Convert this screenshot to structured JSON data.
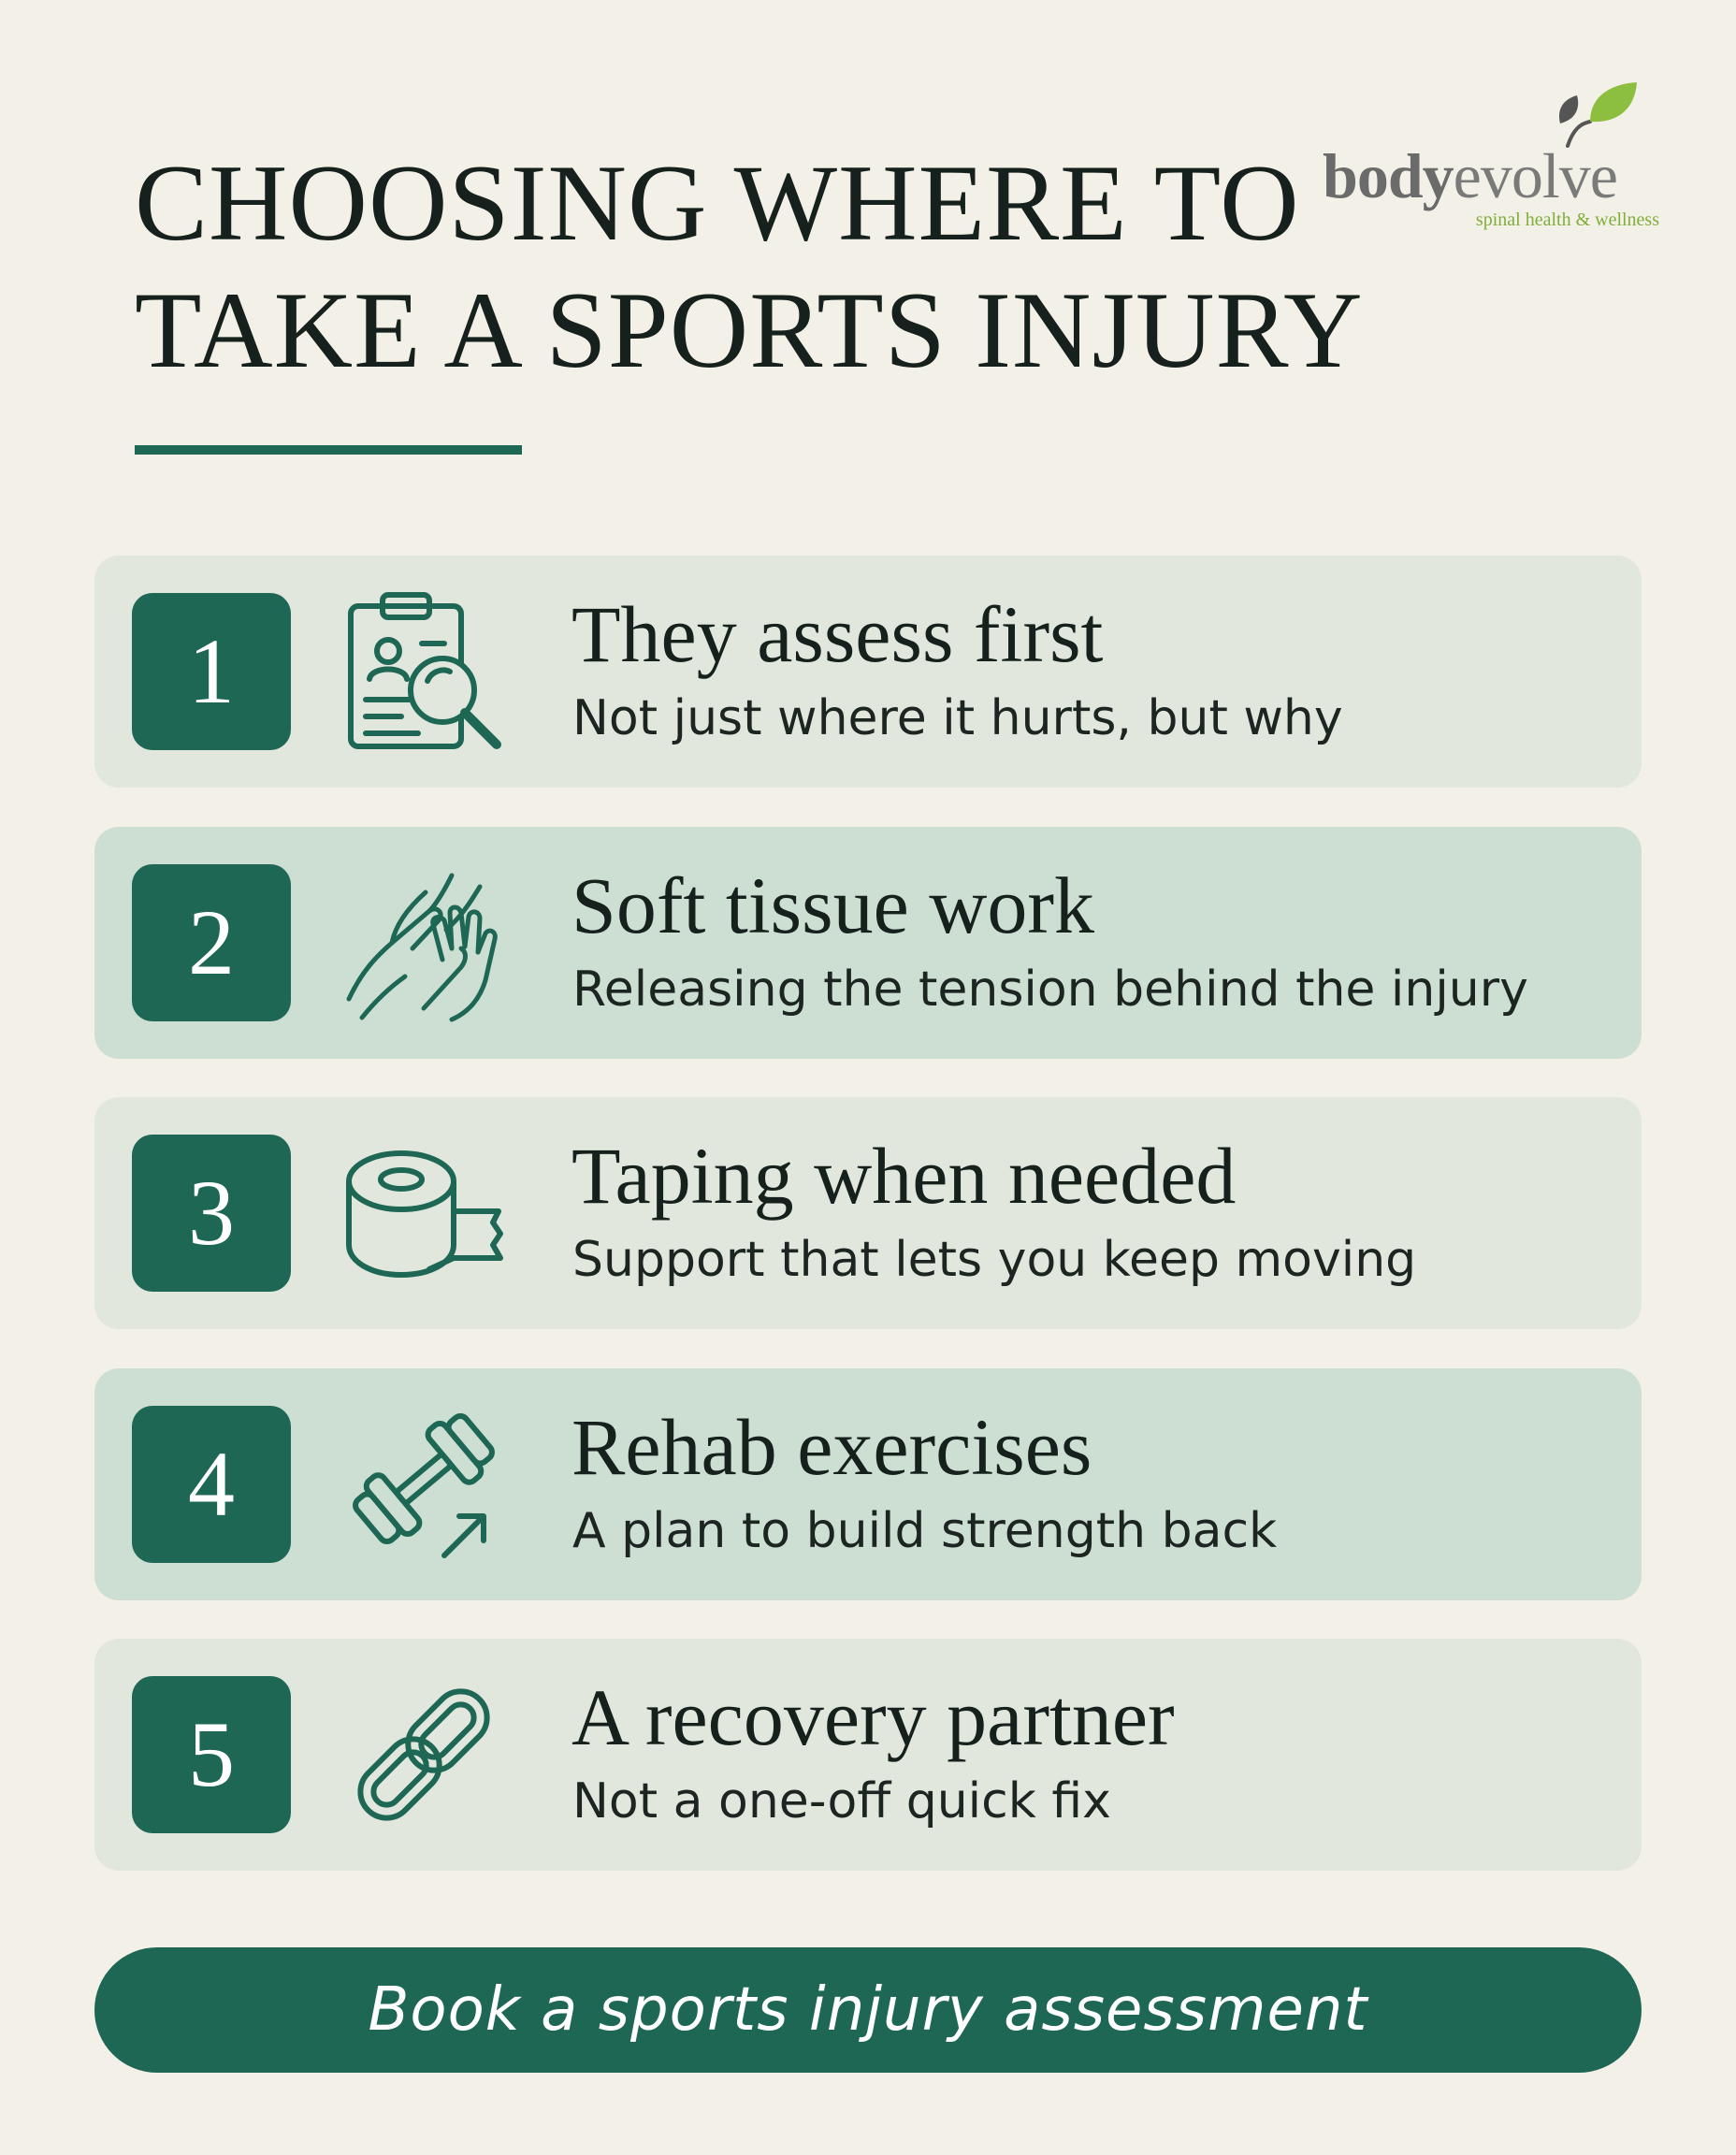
{
  "header": {
    "title_line1": "CHOOSING WHERE TO",
    "title_line2": "TAKE A SPORTS INJURY"
  },
  "logo": {
    "word_bold": "body",
    "word_light": "evolve",
    "tagline": "spinal health & wellness",
    "leaf_color": "#8cbf3f"
  },
  "items": [
    {
      "number": "1",
      "icon": "clipboard-magnifier-icon",
      "title": "They assess first",
      "subtitle": "Not just where it hurts, but why"
    },
    {
      "number": "2",
      "icon": "massage-hands-icon",
      "title": "Soft tissue work",
      "subtitle": "Releasing the tension behind the injury"
    },
    {
      "number": "3",
      "icon": "tape-roll-icon",
      "title": "Taping when needed",
      "subtitle": "Support that lets you keep moving"
    },
    {
      "number": "4",
      "icon": "dumbbell-arrow-icon",
      "title": "Rehab exercises",
      "subtitle": "A plan to build strength back"
    },
    {
      "number": "5",
      "icon": "chain-link-icon",
      "title": "A recovery partner",
      "subtitle": "Not a one-off quick fix"
    }
  ],
  "cta": {
    "label": "Book a sports injury assessment"
  },
  "colors": {
    "background": "#f3f0e7",
    "accent": "#1e6755",
    "card_light": "#e1e7dd",
    "card_tinted": "#cddfd2",
    "text": "#16211d"
  }
}
